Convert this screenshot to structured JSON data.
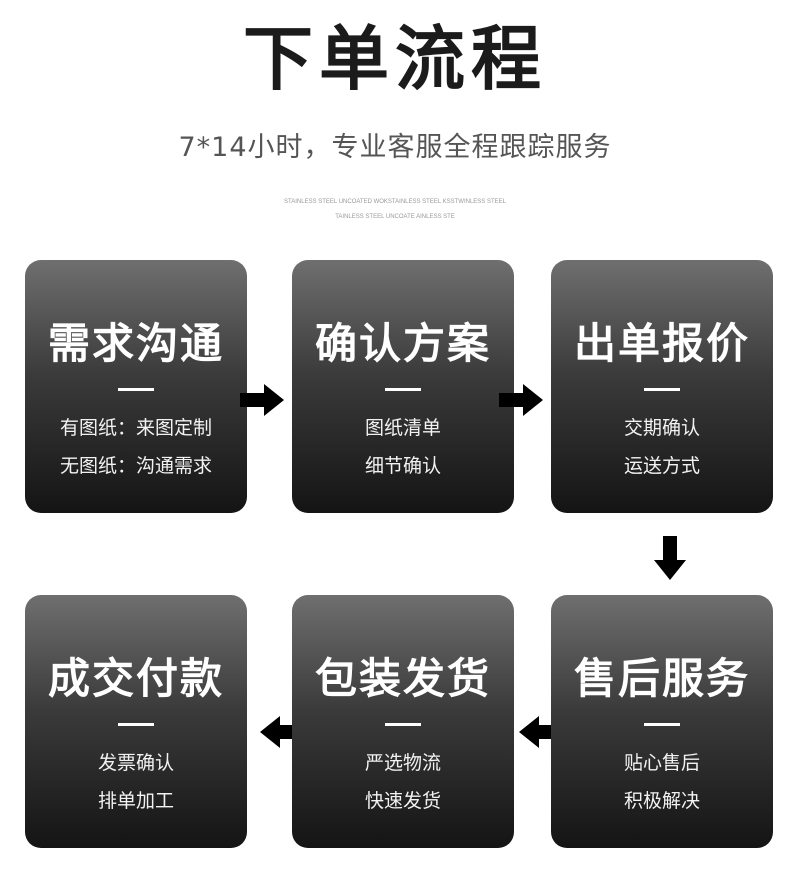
{
  "header": {
    "title": "下单流程",
    "subtitle": "7*14小时，专业客服全程跟踪服务",
    "micro_line_1": "STAINLESS STEEL UNCOATED WOKSTAINLESS STEEL KSSTWINLESS STEEL",
    "micro_line_2": "TAINLESS STEEL UNCOATE AINLESS STE"
  },
  "steps": [
    {
      "title": "需求沟通",
      "line1": "有图纸：来图定制",
      "line2": "无图纸：沟通需求"
    },
    {
      "title": "确认方案",
      "line1": "图纸清单",
      "line2": "细节确认"
    },
    {
      "title": "出单报价",
      "line1": "交期确认",
      "line2": "运送方式"
    },
    {
      "title": "售后服务",
      "line1": "贴心售后",
      "line2": "积极解决"
    },
    {
      "title": "包装发货",
      "line1": "严选物流",
      "line2": "快速发货"
    },
    {
      "title": "成交付款",
      "line1": "发票确认",
      "line2": "排单加工"
    }
  ],
  "icons": {
    "arrow_right": "arrow-right-icon",
    "arrow_down": "arrow-down-icon",
    "arrow_left": "arrow-left-icon"
  },
  "colors": {
    "title": "#1b1b1b",
    "subtitle": "#555555",
    "card_top": "#6f6f6f",
    "card_bottom": "#141414",
    "arrow": "#000000"
  }
}
